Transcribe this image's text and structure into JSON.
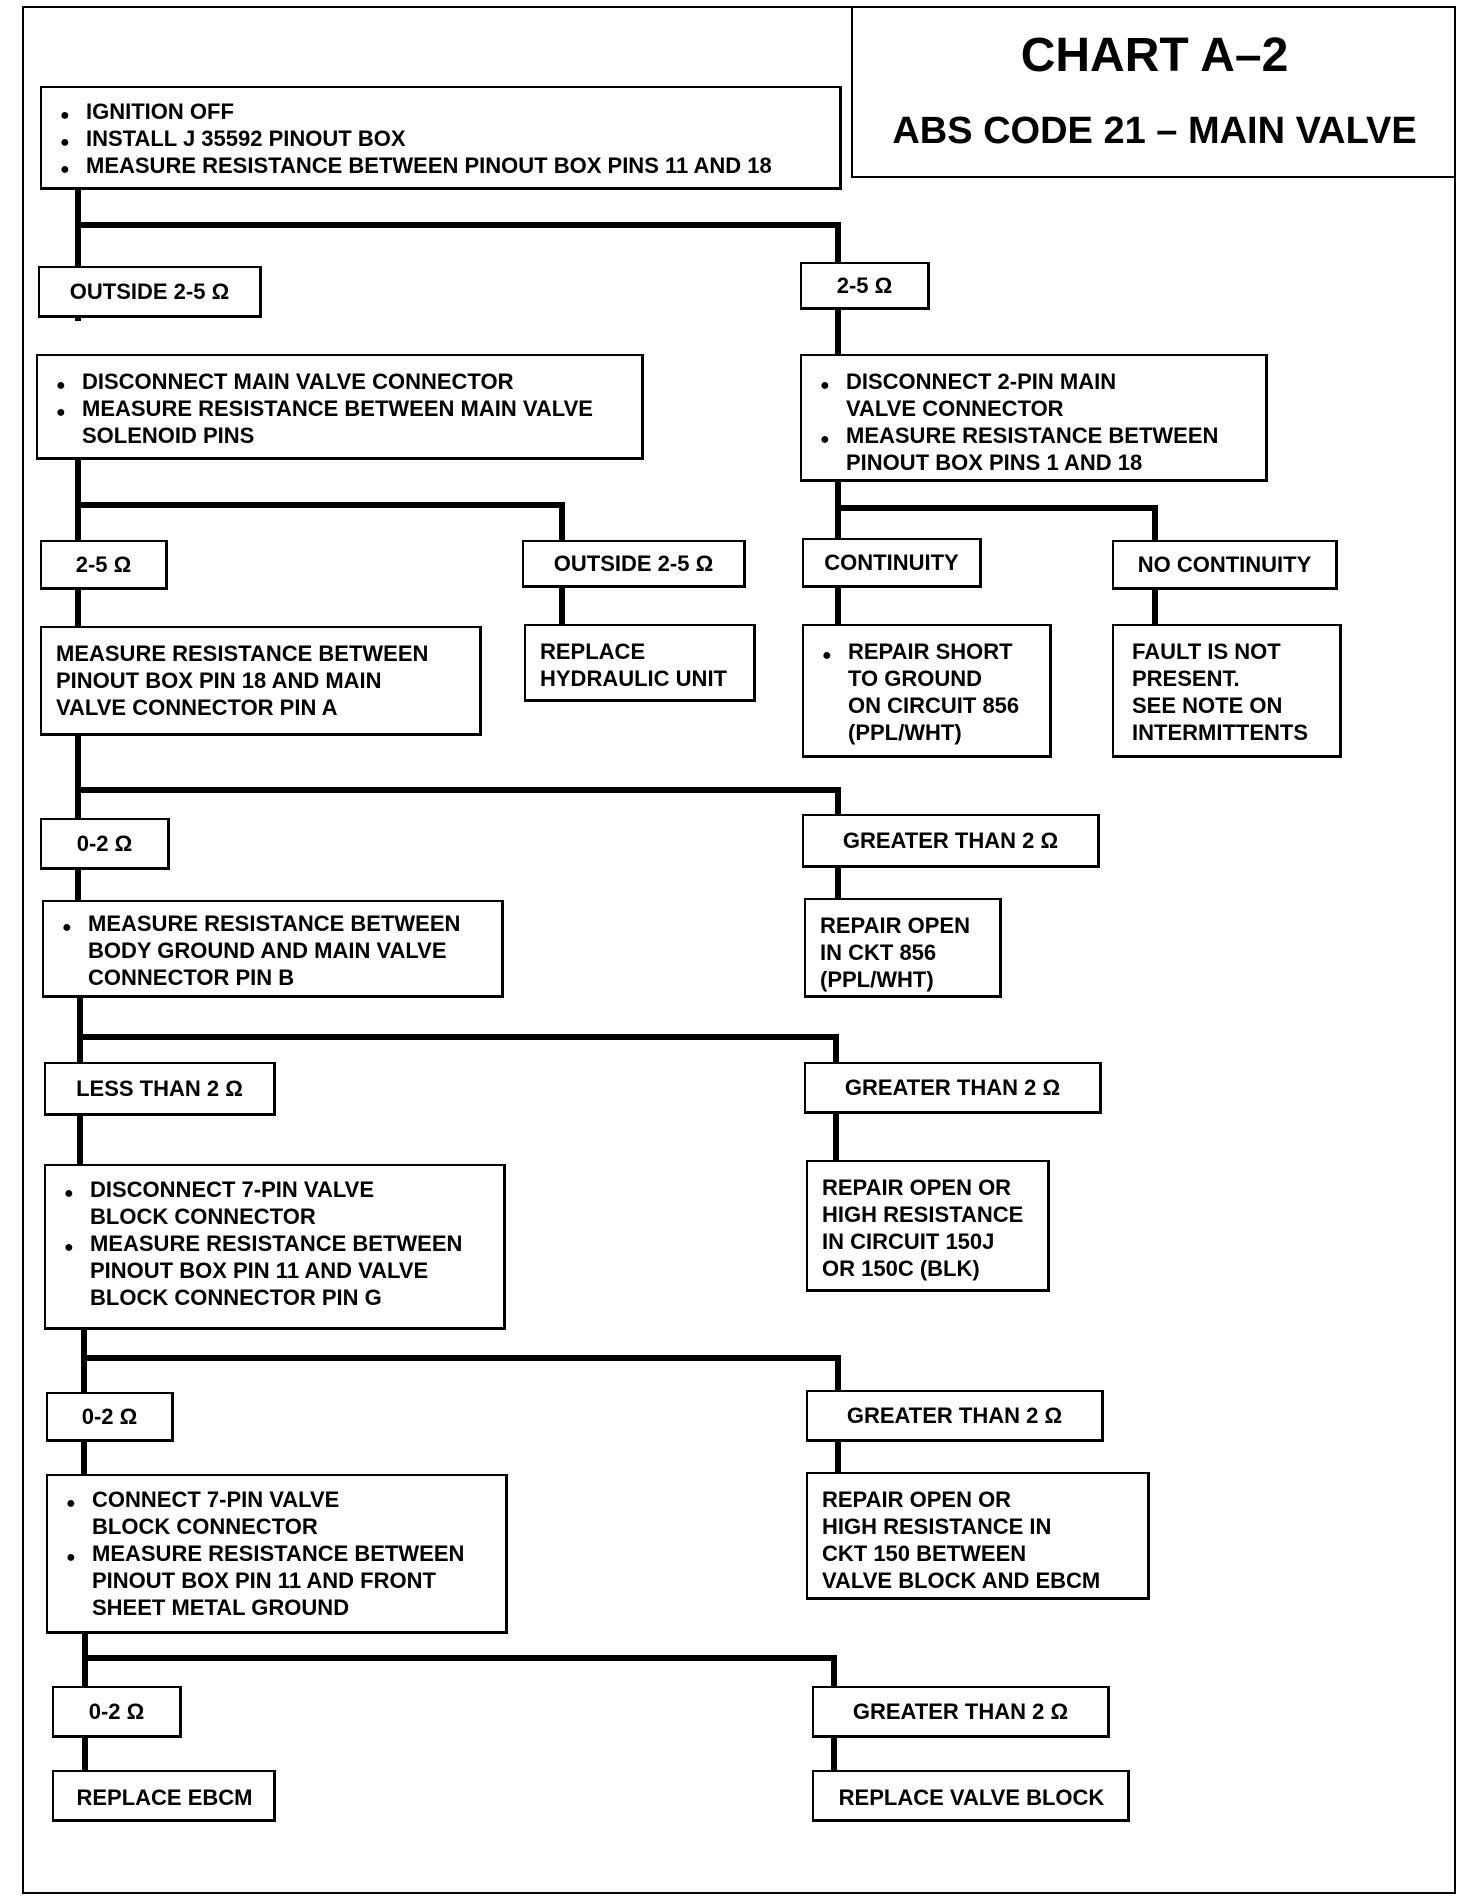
{
  "title": {
    "chart": "CHART A–2",
    "subtitle": "ABS CODE 21 – MAIN VALVE"
  },
  "steps": {
    "s1": {
      "bullets": [
        [
          "IGNITION OFF"
        ],
        [
          "INSTALL J 35592 PINOUT BOX"
        ],
        [
          "MEASURE RESISTANCE BETWEEN PINOUT BOX PINS 11 AND 18"
        ]
      ]
    },
    "s2": {
      "bullets": [
        [
          "DISCONNECT MAIN VALVE CONNECTOR"
        ],
        [
          "MEASURE RESISTANCE BETWEEN MAIN VALVE",
          "SOLENOID PINS"
        ]
      ]
    },
    "s3": {
      "bullets": [
        [
          "DISCONNECT 2-PIN MAIN",
          "VALVE CONNECTOR"
        ],
        [
          "MEASURE RESISTANCE BETWEEN",
          "PINOUT BOX PINS 1 AND 18"
        ]
      ]
    },
    "s4": {
      "lines": [
        "MEASURE RESISTANCE BETWEEN",
        "PINOUT BOX PIN 18 AND MAIN",
        "VALVE CONNECTOR PIN A"
      ]
    },
    "s5": {
      "lines": [
        "REPLACE",
        "HYDRAULIC UNIT"
      ]
    },
    "s6": {
      "bullets": [
        [
          "REPAIR SHORT",
          "TO GROUND",
          "ON CIRCUIT 856",
          "(PPL/WHT)"
        ]
      ]
    },
    "s7": {
      "lines": [
        "FAULT IS NOT",
        "PRESENT.",
        "SEE NOTE ON",
        "INTERMITTENTS"
      ]
    },
    "s8": {
      "bullets": [
        [
          "MEASURE RESISTANCE BETWEEN",
          "BODY GROUND AND MAIN VALVE",
          "CONNECTOR PIN B"
        ]
      ]
    },
    "s9": {
      "lines": [
        "REPAIR OPEN",
        "IN CKT 856",
        "(PPL/WHT)"
      ]
    },
    "s10": {
      "bullets": [
        [
          "DISCONNECT 7-PIN VALVE",
          "BLOCK CONNECTOR"
        ],
        [
          "MEASURE RESISTANCE BETWEEN",
          "PINOUT BOX PIN 11 AND VALVE",
          "BLOCK CONNECTOR PIN G"
        ]
      ]
    },
    "s11": {
      "lines": [
        "REPAIR OPEN OR",
        "HIGH RESISTANCE",
        "IN CIRCUIT 150J",
        "OR 150C (BLK)"
      ]
    },
    "s12": {
      "bullets": [
        [
          "CONNECT 7-PIN VALVE",
          "BLOCK CONNECTOR"
        ],
        [
          "MEASURE RESISTANCE BETWEEN",
          "PINOUT BOX PIN 11 AND FRONT",
          "SHEET METAL GROUND"
        ]
      ]
    },
    "s13": {
      "lines": [
        "REPAIR OPEN OR",
        "HIGH RESISTANCE IN",
        "CKT 150 BETWEEN",
        "VALVE BLOCK AND EBCM"
      ]
    },
    "s14": {
      "lines": [
        "REPLACE EBCM"
      ]
    },
    "s15": {
      "lines": [
        "REPLACE VALVE BLOCK"
      ]
    }
  },
  "labels": {
    "l1": "OUTSIDE 2-5 Ω",
    "l2": "2-5 Ω",
    "l3": "2-5 Ω",
    "l4": "OUTSIDE 2-5 Ω",
    "l5": "CONTINUITY",
    "l6": "NO CONTINUITY",
    "l7": "0-2 Ω",
    "l8": "GREATER THAN 2 Ω",
    "l9": "LESS THAN 2 Ω",
    "l10": "GREATER THAN 2 Ω",
    "l11": "0-2 Ω",
    "l12": "GREATER THAN 2 Ω",
    "l13": "0-2 Ω",
    "l14": "GREATER THAN 2 Ω"
  }
}
